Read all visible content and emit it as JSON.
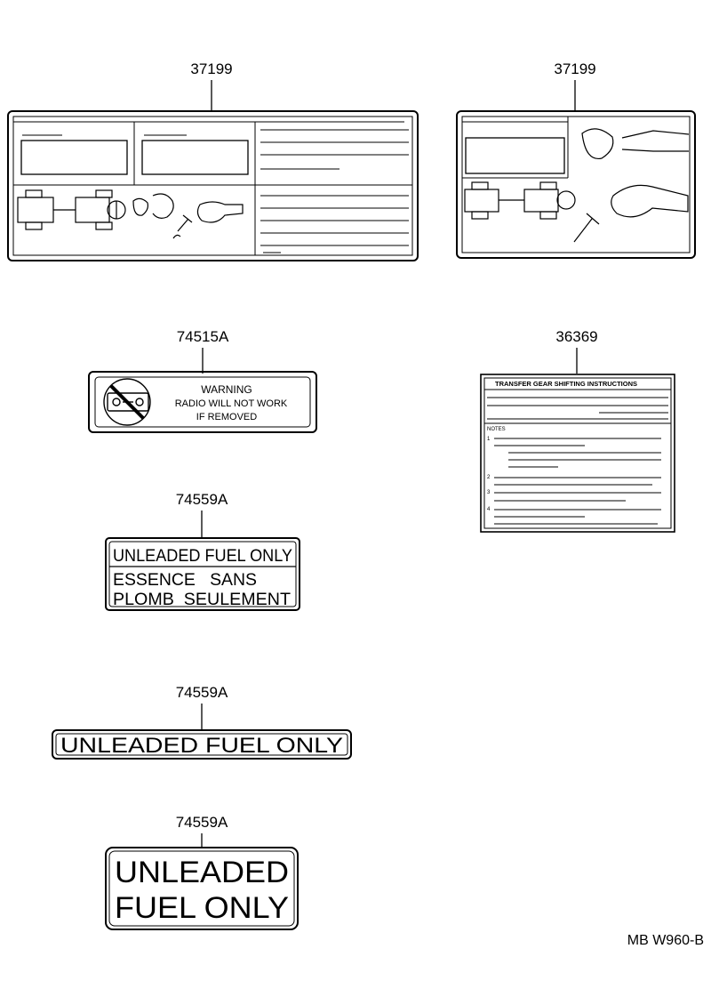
{
  "parts": {
    "p37199_left": {
      "number": "37199"
    },
    "p37199_right": {
      "number": "37199"
    },
    "p74515A": {
      "number": "74515A",
      "icon": "no-radio-icon",
      "lines": [
        "WARNING",
        "RADIO WILL NOT WORK",
        "IF REMOVED"
      ]
    },
    "p36369": {
      "number": "36369",
      "title": "TRANSFER GEAR SHIFTING INSTRUCTIONS",
      "notes_label": "NOTES",
      "item_numbers": [
        "1",
        "2",
        "3",
        "4"
      ]
    },
    "p74559A_bilingual": {
      "number": "74559A",
      "lines": [
        "UNLEADED FUEL ONLY",
        "ESSENCE   SANS",
        "PLOMB  SEULEMENT"
      ]
    },
    "p74559A_single": {
      "number": "74559A",
      "text": "UNLEADED FUEL ONLY"
    },
    "p74559A_large": {
      "number": "74559A",
      "lines": [
        "UNLEADED",
        "FUEL ONLY"
      ]
    }
  },
  "diagram_code": "MB W960-B"
}
